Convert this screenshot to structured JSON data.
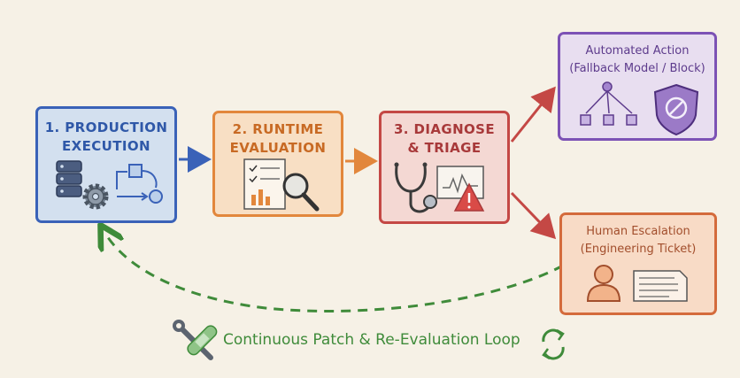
{
  "stages": [
    {
      "number": "1.",
      "title": "1. PRODUCTION\nEXECUTION",
      "accent": "#3a62b8"
    },
    {
      "number": "2.",
      "title": "2. RUNTIME\nEVALUATION",
      "accent": "#e2873c"
    },
    {
      "number": "3.",
      "title": "3. DIAGNOSE\n& TRIAGE",
      "accent": "#c44845"
    }
  ],
  "outcomes": {
    "automated": {
      "title": "Automated Action",
      "subtitle": "(Fallback Model / Block)",
      "accent": "#7c52b5"
    },
    "human": {
      "title": "Human Escalation",
      "subtitle": "(Engineering Ticket)",
      "accent": "#d46b3c"
    }
  },
  "loop": {
    "label": "Continuous Patch & Re-Evaluation Loop",
    "accent": "#3f8b3a"
  },
  "icons": [
    "server-gear-icon",
    "workflow-icon",
    "checklist-magnifier-icon",
    "stethoscope-icon",
    "alert-monitor-icon",
    "hierarchy-icon",
    "shield-block-icon",
    "person-icon",
    "ticket-document-icon",
    "bandage-wrench-icon",
    "cycle-arrows-icon"
  ]
}
